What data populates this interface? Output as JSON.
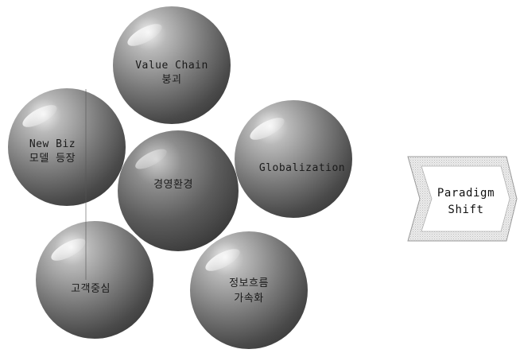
{
  "spheres": {
    "value_chain": {
      "line1": "Value Chain",
      "line2": "붕괴"
    },
    "new_biz": {
      "line1": "New Biz",
      "line2": "모델 등장"
    },
    "globalization": {
      "line1": "Globalization",
      "line2": ""
    },
    "management_env": {
      "line1": "경영환경",
      "line2": ""
    },
    "customer": {
      "line1": "고객중심",
      "line2": ""
    },
    "info_flow": {
      "line1": "정보흐름",
      "line2": "가속화"
    }
  },
  "paradigm": {
    "line1": "Paradigm",
    "line2": "Shift"
  }
}
